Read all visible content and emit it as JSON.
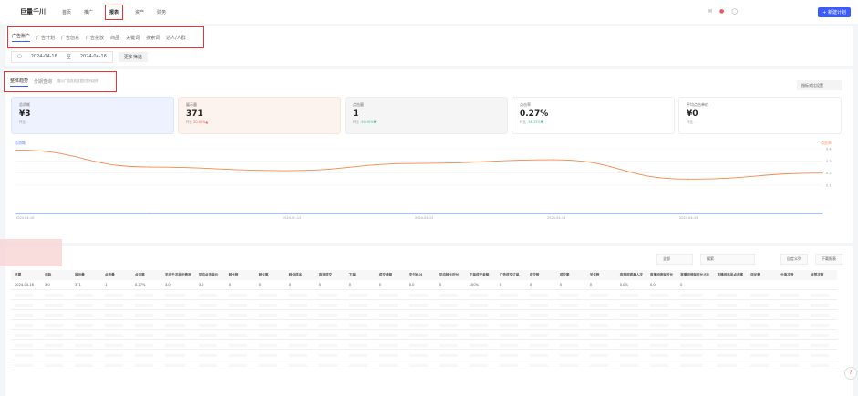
{
  "header": {
    "logo": "巨量千川",
    "nav": [
      "首页",
      "推广",
      "报表",
      "资产",
      "财务"
    ],
    "active_nav": 2,
    "icons": [
      "message-icon",
      "notification-icon",
      "user-icon"
    ],
    "action_button": "+ 新建计划"
  },
  "subtabs": {
    "items": [
      "广告账户",
      "广告计划",
      "广告创意",
      "广告投放",
      "商品",
      "关键词",
      "搜索词",
      "达人/人群"
    ],
    "active": 0
  },
  "filters": {
    "start_date": "2024-04-16",
    "separator": "至",
    "end_date": "2024-04-16",
    "more_button": "更多筛选"
  },
  "view_tabs": {
    "items": [
      "整体趋势",
      "分期查询"
    ],
    "active": 0,
    "hint": "展示广告投放数据的整体趋势"
  },
  "metric_select": "指标对比设置",
  "cards": [
    {
      "label": "总消耗",
      "value": "¥3",
      "compare_label": "环比",
      "change": "-",
      "trend": "none",
      "bg": "#eef1fe"
    },
    {
      "label": "展示量",
      "value": "371",
      "compare_label": "环比",
      "change": "20.00%",
      "trend": "up",
      "bg": "#fdf3ee"
    },
    {
      "label": "点击量",
      "value": "1",
      "compare_label": "环比",
      "change": "-50.00%",
      "trend": "down",
      "bg": "#f5f5f5"
    },
    {
      "label": "点击率",
      "value": "0.27%",
      "compare_label": "环比",
      "change": "-58.33%",
      "trend": "down",
      "bg": "#ffffff"
    },
    {
      "label": "平均点击单价",
      "value": "¥0",
      "compare_label": "环比",
      "change": "-",
      "trend": "none",
      "bg": "#ffffff"
    }
  ],
  "chart_data": {
    "type": "line",
    "x": [
      "2024-04-10",
      "2024-04-11",
      "2024-04-12",
      "2024-04-13",
      "2024-04-14",
      "2024-04-15",
      "2024-04-16"
    ],
    "x_tick_labels": [
      "2024-04-10",
      "2024-04-12",
      "2024-04-13",
      "2024-04-14",
      "2024-04-15"
    ],
    "series": [
      {
        "name": "总消耗",
        "axis": "left",
        "color": "#5b7cfa",
        "values": [
          0,
          0,
          0,
          0,
          0,
          0,
          0
        ]
      },
      {
        "name": "点击率",
        "axis": "right",
        "color": "#f5884d",
        "values": [
          0.39,
          0.25,
          0.22,
          0.28,
          0.31,
          0.15,
          0.2
        ]
      }
    ],
    "right_ticks": [
      "0.4",
      "0.3",
      "0.2",
      "0.1"
    ],
    "grid": true
  },
  "table": {
    "filter_select": "全部",
    "search_placeholder": "搜索",
    "custom_columns": "自定义列",
    "download": "下载报表",
    "headers": [
      "日期",
      "消耗",
      "展示量",
      "点击量",
      "点击率",
      "平均千次展示费用",
      "平均点击单价",
      "转化数",
      "转化率",
      "转化成本",
      "直接成交",
      "下单",
      "成交金额",
      "支付ROI",
      "平均转化时长",
      "下单成交金额",
      "广告成交订单",
      "成交数",
      "成交率",
      "关注数",
      "直播间观看人次",
      "直播间停留时长",
      "直播间停留时长占比",
      "直播间商品点击率",
      "评论数",
      "分享次数",
      "点赞次数"
    ],
    "rows": [
      [
        "2024-04-16",
        "3.0",
        "371",
        "1",
        "0.27%",
        "3.0",
        "3.0",
        "0",
        "0",
        "0",
        "0",
        "0",
        "0",
        "0.0",
        "0",
        "100%",
        "0",
        "0",
        "0",
        "0",
        "0.0%",
        "0.0",
        "0",
        "",
        "",
        "",
        ""
      ]
    ]
  }
}
